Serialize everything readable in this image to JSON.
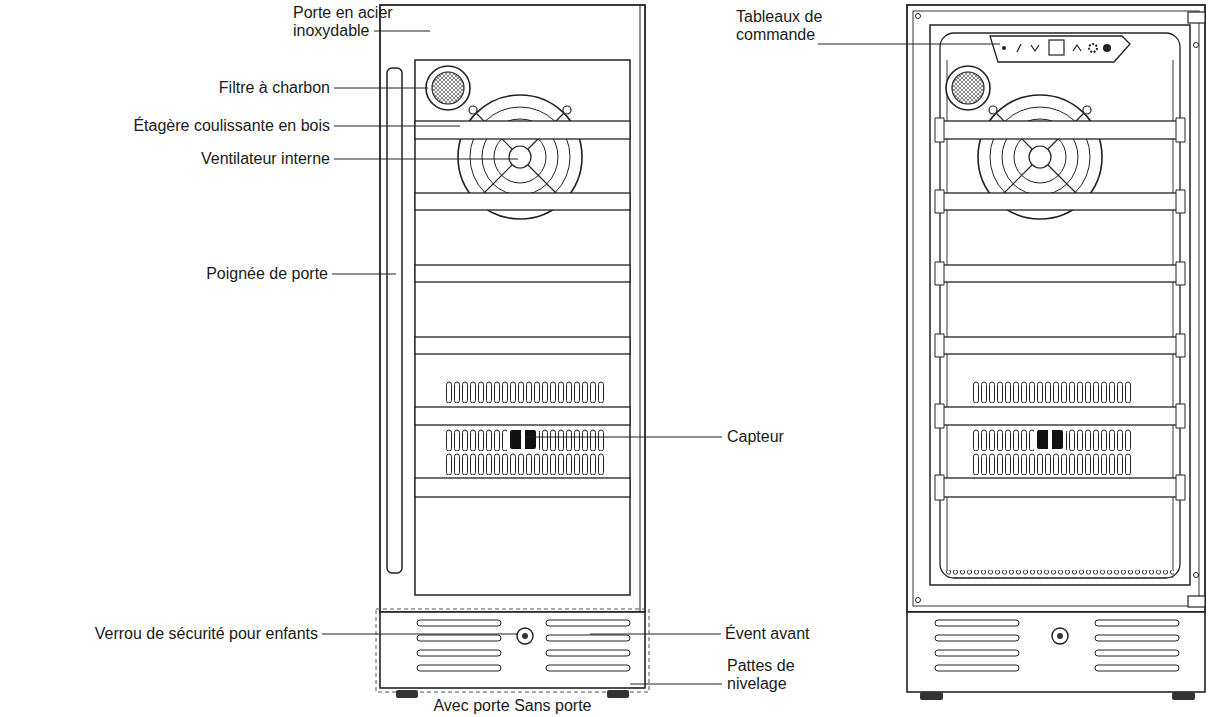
{
  "diagram": {
    "labels": [
      "Porte en acier inoxydable",
      "Tableaux de commande",
      "Filtre à charbon",
      "Étagère coulissante en bois",
      "Ventilateur interne",
      "Poignée de porte",
      "Capteur",
      "Verrou de sécurité pour enfants",
      "Évent avant",
      "Pattes de nivelage",
      "Avec porte Sans porte"
    ]
  }
}
